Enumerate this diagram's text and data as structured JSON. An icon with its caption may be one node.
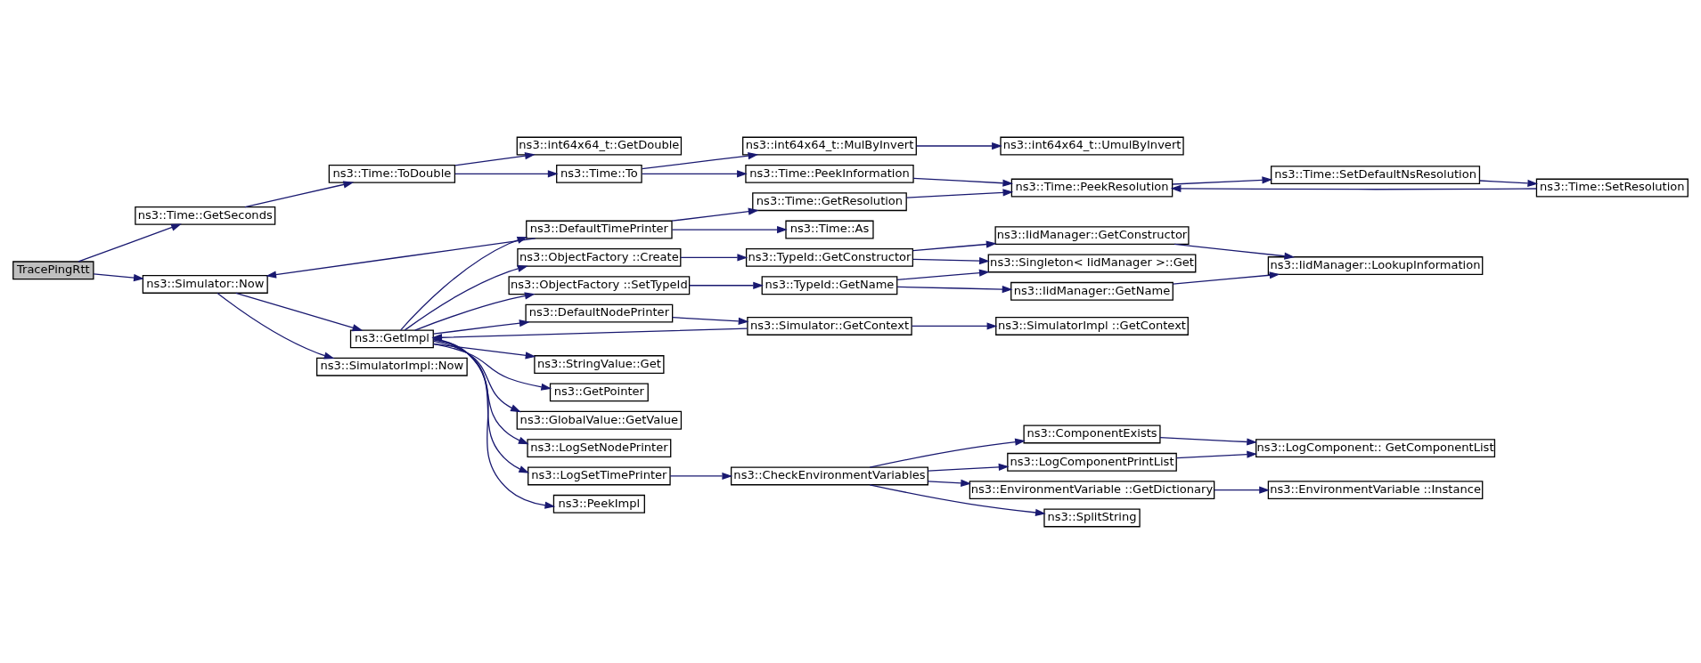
{
  "diagram": {
    "nodes": [
      {
        "text": [
          "TracePingRtt"
        ]
      },
      {
        "text": [
          "ns3::Time::GetSeconds"
        ]
      },
      {
        "text": [
          "ns3::Simulator::Now"
        ]
      },
      {
        "text": [
          "ns3::Time::ToDouble"
        ]
      },
      {
        "text": [
          "ns3::int64x64_t::GetDouble"
        ]
      },
      {
        "text": [
          "ns3::Time::To"
        ]
      },
      {
        "text": [
          "ns3::int64x64_t::MulByInvert"
        ]
      },
      {
        "text": [
          "ns3::int64x64_t::UmulByInvert"
        ]
      },
      {
        "text": [
          "ns3::Time::PeekInformation"
        ]
      },
      {
        "text": [
          "ns3::Time::PeekResolution"
        ]
      },
      {
        "text": [
          "ns3::Time::SetDefaultNsResolution"
        ]
      },
      {
        "text": [
          "ns3::Time::SetResolution"
        ]
      },
      {
        "text": [
          "ns3::GetImpl"
        ]
      },
      {
        "text": [
          "ns3::SimulatorImpl::Now"
        ]
      },
      {
        "text": [
          "ns3::DefaultTimePrinter"
        ]
      },
      {
        "text": [
          "ns3::Time::GetResolution"
        ]
      },
      {
        "text": [
          "ns3::Time::As"
        ]
      },
      {
        "text": [
          "ns3::ObjectFactory ::Create"
        ]
      },
      {
        "text": [
          "ns3::TypeId::GetConstructor"
        ]
      },
      {
        "text": [
          "ns3::IidManager::GetConstructor"
        ]
      },
      {
        "text": [
          "ns3::Singleton< IidManager >::Get"
        ]
      },
      {
        "text": [
          "ns3::IidManager::LookupInformation"
        ]
      },
      {
        "text": [
          "ns3::ObjectFactory ::SetTypeId"
        ]
      },
      {
        "text": [
          "ns3::TypeId::GetName"
        ]
      },
      {
        "text": [
          "ns3::IidManager::GetName"
        ]
      },
      {
        "text": [
          "ns3::DefaultNodePrinter"
        ]
      },
      {
        "text": [
          "ns3::Simulator::GetContext"
        ]
      },
      {
        "text": [
          "ns3::SimulatorImpl ::GetContext"
        ]
      },
      {
        "text": [
          "ns3::StringValue::Get"
        ]
      },
      {
        "text": [
          "ns3::GetPointer"
        ]
      },
      {
        "text": [
          "ns3::GlobalValue::GetValue"
        ]
      },
      {
        "text": [
          "ns3::LogSetNodePrinter"
        ]
      },
      {
        "text": [
          "ns3::LogSetTimePrinter"
        ]
      },
      {
        "text": [
          "ns3::CheckEnvironmentVariables"
        ]
      },
      {
        "text": [
          "ns3::ComponentExists"
        ]
      },
      {
        "text": [
          "ns3::LogComponentPrintList"
        ]
      },
      {
        "text": [
          "ns3::LogComponent:: GetComponentList"
        ]
      },
      {
        "text": [
          "ns3::EnvironmentVariable ::GetDictionary"
        ]
      },
      {
        "text": [
          "ns3::EnvironmentVariable ::Instance"
        ]
      },
      {
        "text": [
          "ns3::SplitString"
        ]
      },
      {
        "text": [
          "ns3::PeekImpl"
        ]
      }
    ],
    "edges": [
      {
        "from": 0,
        "to": 1,
        "arrow": "to"
      },
      {
        "from": 0,
        "to": 2,
        "arrow": "to"
      },
      {
        "from": 1,
        "to": 3,
        "arrow": "to"
      },
      {
        "from": 3,
        "to": 4,
        "arrow": "to"
      },
      {
        "from": 3,
        "to": 5,
        "arrow": "to"
      },
      {
        "from": 5,
        "to": 6,
        "arrow": "to"
      },
      {
        "from": 6,
        "to": 7,
        "arrow": "to"
      },
      {
        "from": 5,
        "to": 8,
        "arrow": "to"
      },
      {
        "from": 8,
        "to": 9,
        "arrow": "to"
      },
      {
        "from": 9,
        "to": 10,
        "arrow": "to"
      },
      {
        "from": 10,
        "to": 11,
        "arrow": "to"
      },
      {
        "from": 11,
        "to": 9,
        "arrow": "to"
      },
      {
        "from": 2,
        "to": 12,
        "arrow": "to"
      },
      {
        "from": 2,
        "to": 13,
        "arrow": "to"
      },
      {
        "from": 12,
        "to": 14,
        "arrow": "to"
      },
      {
        "from": 14,
        "to": 2,
        "arrow": "to"
      },
      {
        "from": 14,
        "to": 15,
        "arrow": "to"
      },
      {
        "from": 14,
        "to": 16,
        "arrow": "to"
      },
      {
        "from": 15,
        "to": 9,
        "arrow": "to"
      },
      {
        "from": 12,
        "to": 17,
        "arrow": "to"
      },
      {
        "from": 17,
        "to": 18,
        "arrow": "to"
      },
      {
        "from": 18,
        "to": 19,
        "arrow": "to"
      },
      {
        "from": 18,
        "to": 20,
        "arrow": "to"
      },
      {
        "from": 19,
        "to": 21,
        "arrow": "to"
      },
      {
        "from": 12,
        "to": 22,
        "arrow": "to"
      },
      {
        "from": 22,
        "to": 23,
        "arrow": "to"
      },
      {
        "from": 23,
        "to": 20,
        "arrow": "to"
      },
      {
        "from": 23,
        "to": 24,
        "arrow": "to"
      },
      {
        "from": 24,
        "to": 21,
        "arrow": "to"
      },
      {
        "from": 12,
        "to": 25,
        "arrow": "to"
      },
      {
        "from": 25,
        "to": 26,
        "arrow": "to"
      },
      {
        "from": 26,
        "to": 12,
        "arrow": "to"
      },
      {
        "from": 26,
        "to": 27,
        "arrow": "to"
      },
      {
        "from": 12,
        "to": 28,
        "arrow": "to"
      },
      {
        "from": 12,
        "to": 29,
        "arrow": "to"
      },
      {
        "from": 12,
        "to": 30,
        "arrow": "to"
      },
      {
        "from": 12,
        "to": 31,
        "arrow": "to"
      },
      {
        "from": 12,
        "to": 32,
        "arrow": "to"
      },
      {
        "from": 12,
        "to": 40,
        "arrow": "to"
      },
      {
        "from": 32,
        "to": 33,
        "arrow": "to"
      },
      {
        "from": 33,
        "to": 34,
        "arrow": "to"
      },
      {
        "from": 33,
        "to": 35,
        "arrow": "to"
      },
      {
        "from": 33,
        "to": 37,
        "arrow": "to"
      },
      {
        "from": 33,
        "to": 39,
        "arrow": "to"
      },
      {
        "from": 34,
        "to": 36,
        "arrow": "to"
      },
      {
        "from": 35,
        "to": 36,
        "arrow": "to"
      },
      {
        "from": 37,
        "to": 38,
        "arrow": "to"
      }
    ]
  }
}
